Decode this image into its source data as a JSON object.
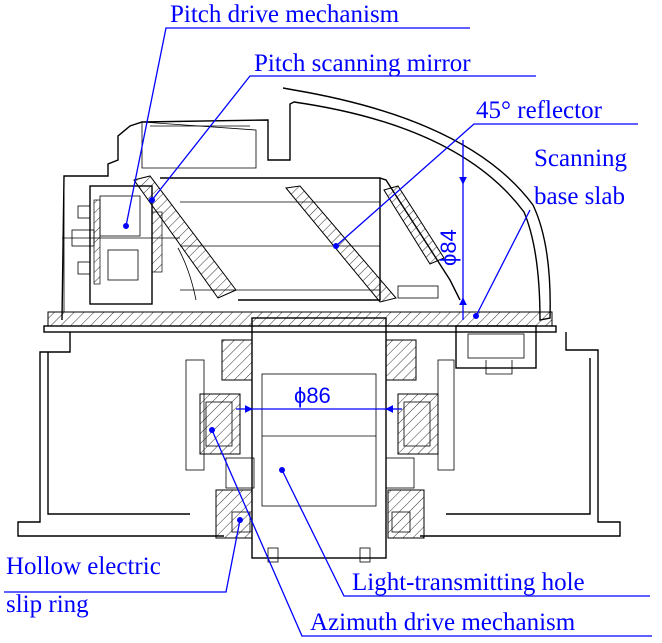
{
  "labels": {
    "pitch_drive": "Pitch drive mechanism",
    "pitch_mirror": "Pitch scanning mirror",
    "reflector": "45° reflector",
    "scan_base_1": "Scanning",
    "scan_base_2": "base slab",
    "hollow_1": "Hollow electric",
    "hollow_2": "slip ring",
    "light_hole": "Light-transmitting hole",
    "azimuth": "Azimuth drive mechanism"
  },
  "dimensions": {
    "d84": "ϕ84",
    "d86": "ϕ86"
  },
  "colors": {
    "annotation": "#0000ff",
    "drawing": "#000000"
  }
}
